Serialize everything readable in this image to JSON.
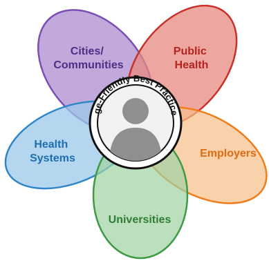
{
  "diagram": {
    "center": {
      "label": "Age-Friendly Best Practices",
      "icon": "person-silhouette-icon"
    },
    "petals": [
      {
        "id": "cities",
        "lines": [
          "Cities/",
          "Communities"
        ],
        "fill": "#b79ad6",
        "stroke": "#7a4fb2",
        "text_color": "#4f2c83"
      },
      {
        "id": "public-health",
        "lines": [
          "Public",
          "Health"
        ],
        "fill": "#e88a80",
        "stroke": "#c8302a",
        "text_color": "#b3241c"
      },
      {
        "id": "employers",
        "lines": [
          "Employers"
        ],
        "fill": "#f7bd87",
        "stroke": "#ef7d1c",
        "text_color": "#e06b12"
      },
      {
        "id": "universities",
        "lines": [
          "Universities"
        ],
        "fill": "#9fd3a3",
        "stroke": "#3e9a45",
        "text_color": "#2f7d35"
      },
      {
        "id": "health-systems",
        "lines": [
          "Health",
          "Systems"
        ],
        "fill": "#9cc8ea",
        "stroke": "#2e86c8",
        "text_color": "#1f6fb0"
      }
    ]
  }
}
